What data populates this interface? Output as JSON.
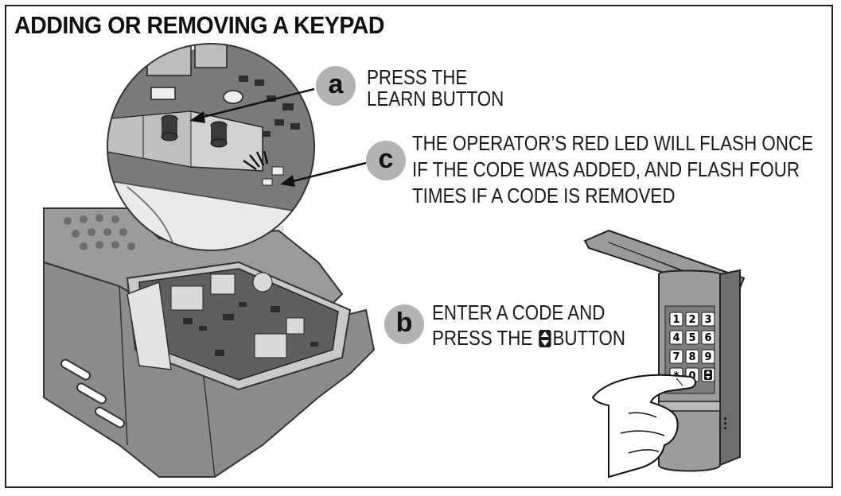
{
  "title": "ADDING OR REMOVING A KEYPAD",
  "steps": {
    "a": {
      "badge": "a",
      "line1": "PRESS THE",
      "line2": "LEARN BUTTON"
    },
    "c": {
      "badge": "c",
      "line1": "THE OPERATOR’S RED LED WILL FLASH ONCE",
      "line2": "IF THE CODE WAS ADDED, AND FLASH FOUR",
      "line3": "TIMES IF A CODE IS REMOVED"
    },
    "b": {
      "badge": "b",
      "line1": "ENTER A CODE AND",
      "line2_before": "PRESS THE",
      "line2_after": "BUTTON",
      "icon": "up-down-arrow-icon"
    }
  },
  "keypad": {
    "keys": [
      "1",
      "2",
      "3",
      "4",
      "5",
      "6",
      "7",
      "8",
      "9",
      "*",
      "0"
    ],
    "enter_icon": "up-down-arrow-icon"
  },
  "colors": {
    "badge": "#b3b3b3",
    "ink": "#1a1a1a",
    "device_gray": "#8c8c8c"
  }
}
